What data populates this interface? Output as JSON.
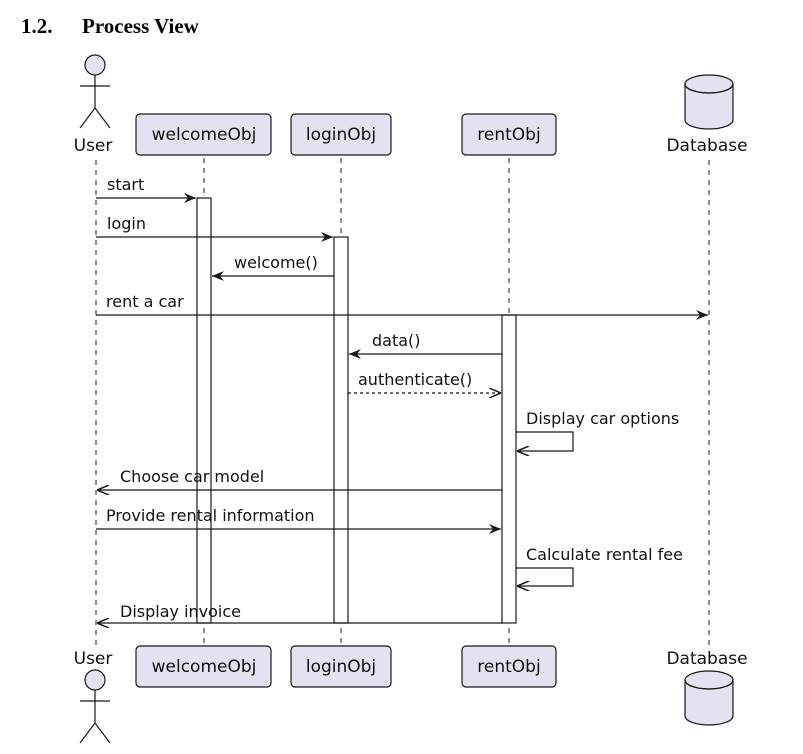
{
  "section": {
    "number": "1.2.",
    "title": "Process View"
  },
  "participants": {
    "user": "User",
    "welcome": "welcomeObj",
    "login": "loginObj",
    "rent": "rentObj",
    "database": "Database"
  },
  "messages": {
    "start": "start",
    "login": "login",
    "welcome": "welcome()",
    "rent_a_car": "rent a car",
    "data": "data()",
    "authenticate": "authenticate()",
    "display_car_options": "Display car options",
    "choose_car_model": "Choose car model",
    "provide_rental_information": "Provide rental information",
    "calculate_rental_fee": "Calculate rental fee",
    "display_invoice": "Display invoice"
  },
  "colors": {
    "participant_fill": "#e2e2f0",
    "participant_border": "#181818",
    "activation_fill": "#ffffff",
    "line": "#181818"
  }
}
